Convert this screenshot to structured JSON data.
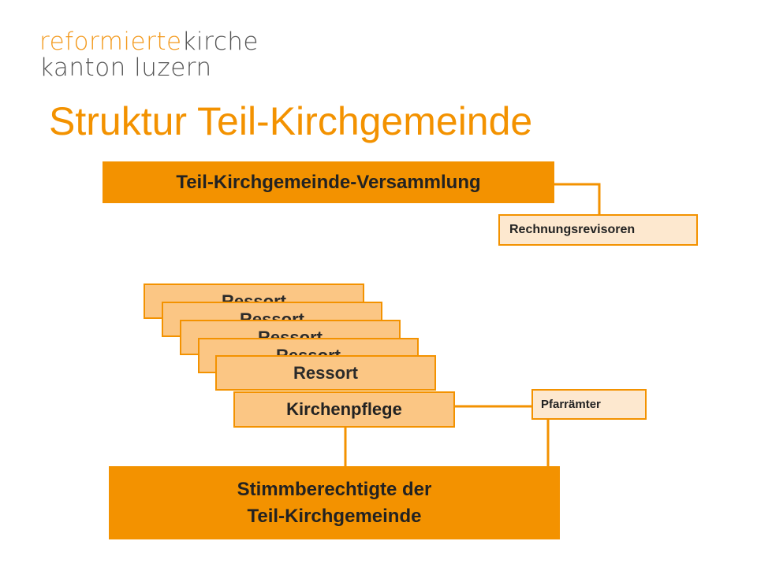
{
  "logo": {
    "line1a": "reformierte",
    "line1b": "kirche",
    "line2": "kanton luzern"
  },
  "title": "Struktur Teil-Kirchgemeinde",
  "diagram": {
    "assembly": "Teil-Kirchgemeinde-Versammlung",
    "auditors": "Rechnungsrevisoren",
    "departments": [
      "Ressort",
      "Ressort",
      "Ressort",
      "Ressort",
      "Ressort"
    ],
    "church_board": "Kirchenpflege",
    "parish_offices": "Pfarrämter",
    "voters_line1": "Stimmberechtigte der",
    "voters_line2": "Teil-Kirchgemeinde"
  },
  "colors": {
    "accent": "#f39200",
    "light_fill": "#fbc684",
    "pale_fill": "#fde8cf",
    "logo_gray": "#555555"
  }
}
